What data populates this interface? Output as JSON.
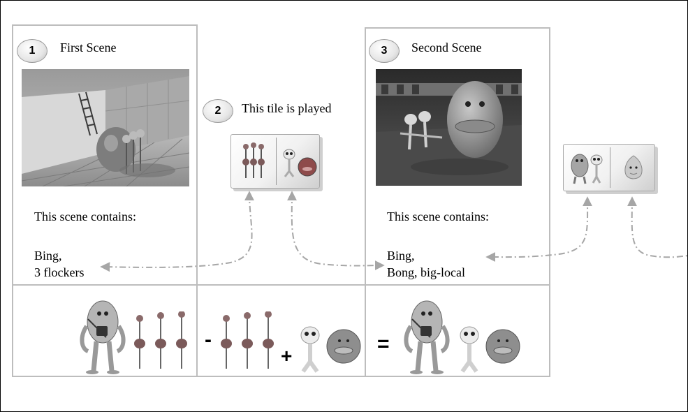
{
  "steps": [
    {
      "number": "1",
      "title": "First Scene"
    },
    {
      "number": "2",
      "title": "This tile is played"
    },
    {
      "number": "3",
      "title": "Second Scene"
    }
  ],
  "scene1": {
    "heading": "This scene contains:",
    "items_line1": "Bing,",
    "items_line2": "3 flockers"
  },
  "scene2": {
    "heading": "This scene contains:",
    "items_line1": "Bing,",
    "items_line2": "Bong, big-local"
  },
  "equation": {
    "minus": "-",
    "plus": "+",
    "equals": "="
  },
  "colors": {
    "box_border": "#bdbdbd",
    "arrow": "#a6a6a6",
    "bubble_fill": "#e6e6e6"
  },
  "icons": [
    "bing-character-icon",
    "flocker-icon",
    "bong-character-icon",
    "big-local-icon"
  ]
}
